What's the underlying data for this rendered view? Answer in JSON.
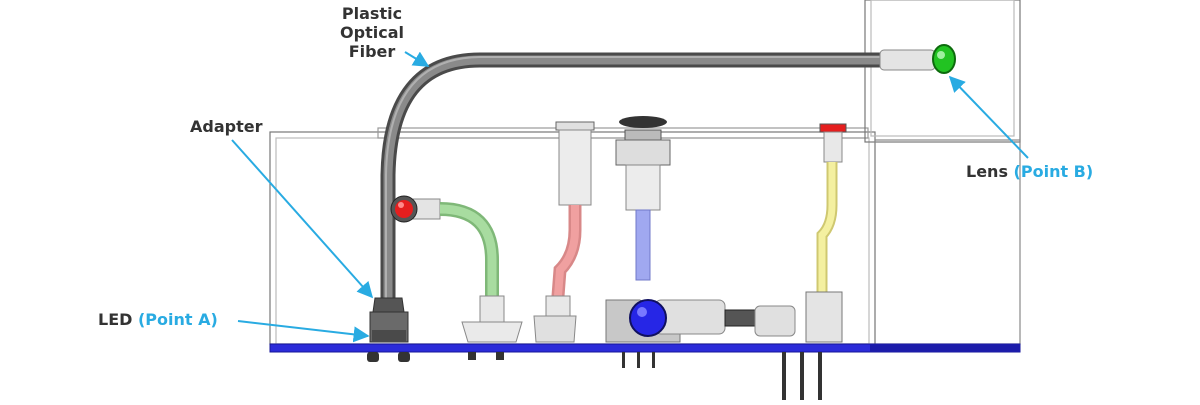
{
  "labels": {
    "fiber_line1": "Plastic",
    "fiber_line2": "Optical",
    "fiber_line3": "Fiber",
    "adapter": "Adapter",
    "led": "LED",
    "led_point": "(Point A)",
    "lens": "Lens",
    "lens_point": "(Point B)"
  },
  "colors": {
    "label_text": "#333333",
    "accent": "#29abe2",
    "pcb": "#2b2bd9",
    "fiber": "#6b6b6b",
    "red_lens": "#e51e1e",
    "green_lens": "#22c322",
    "blue_lens": "#2626e6",
    "green_pipe": "#a8dca0",
    "red_pipe": "#f0a0a0",
    "blue_pipe": "#a0a8f0",
    "yellow_pipe": "#f4f0a0"
  }
}
